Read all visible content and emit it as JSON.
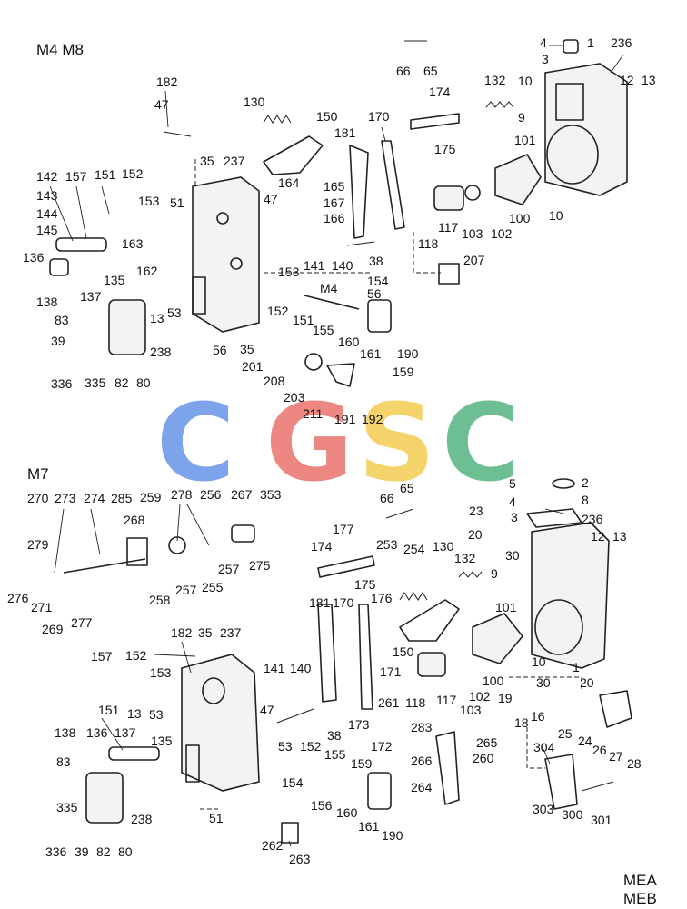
{
  "sections": {
    "top": "M4 M8",
    "top_inner": "M4",
    "bottom": "M7"
  },
  "codes": [
    "MEA",
    "MEB"
  ],
  "watermark": {
    "letters": [
      "C",
      "G",
      "S",
      "C"
    ],
    "colors": [
      "#6f9ae8",
      "#ec7b74",
      "#f3cf5c",
      "#5fb889"
    ]
  },
  "callouts_top": [
    "1",
    "4",
    "3",
    "236",
    "66",
    "65",
    "12",
    "13",
    "132",
    "10",
    "9",
    "174",
    "175",
    "101",
    "130",
    "150",
    "170",
    "181",
    "182",
    "47",
    "35",
    "237",
    "142",
    "157",
    "151",
    "152",
    "153",
    "51",
    "143",
    "144",
    "145",
    "164",
    "165",
    "167",
    "166",
    "47",
    "136",
    "163",
    "162",
    "137",
    "135",
    "138",
    "83",
    "13",
    "53",
    "39",
    "238",
    "336",
    "335",
    "82",
    "80",
    "35",
    "56",
    "201",
    "208",
    "203",
    "211",
    "191",
    "192",
    "141",
    "140",
    "38",
    "153",
    "154",
    "56",
    "152",
    "151",
    "155",
    "160",
    "161",
    "190",
    "159",
    "118",
    "117",
    "103",
    "102",
    "100",
    "10",
    "207",
    "M4"
  ],
  "callouts_bottom": [
    "270",
    "273",
    "274",
    "285",
    "259",
    "278",
    "256",
    "267",
    "353",
    "268",
    "279",
    "276",
    "271",
    "269",
    "277",
    "258",
    "257",
    "255",
    "257",
    "275",
    "66",
    "65",
    "2",
    "5",
    "8",
    "4",
    "23",
    "20",
    "3",
    "236",
    "30",
    "177",
    "174",
    "253",
    "254",
    "130",
    "132",
    "175",
    "176",
    "9",
    "12",
    "13",
    "101",
    "181",
    "170",
    "150",
    "171",
    "1",
    "10",
    "141",
    "140",
    "182",
    "35",
    "237",
    "157",
    "152",
    "153",
    "151",
    "13",
    "53",
    "47",
    "138",
    "136",
    "137",
    "135",
    "118",
    "117",
    "103",
    "102",
    "100",
    "261",
    "38",
    "173",
    "172",
    "283",
    "265",
    "266",
    "260",
    "53",
    "152",
    "155",
    "159",
    "154",
    "156",
    "160",
    "161",
    "190",
    "264",
    "83",
    "238",
    "51",
    "335",
    "336",
    "39",
    "82",
    "80",
    "262",
    "263",
    "19",
    "18",
    "16",
    "25",
    "24",
    "26",
    "27",
    "28",
    "30",
    "20",
    "304",
    "303",
    "300",
    "301"
  ]
}
